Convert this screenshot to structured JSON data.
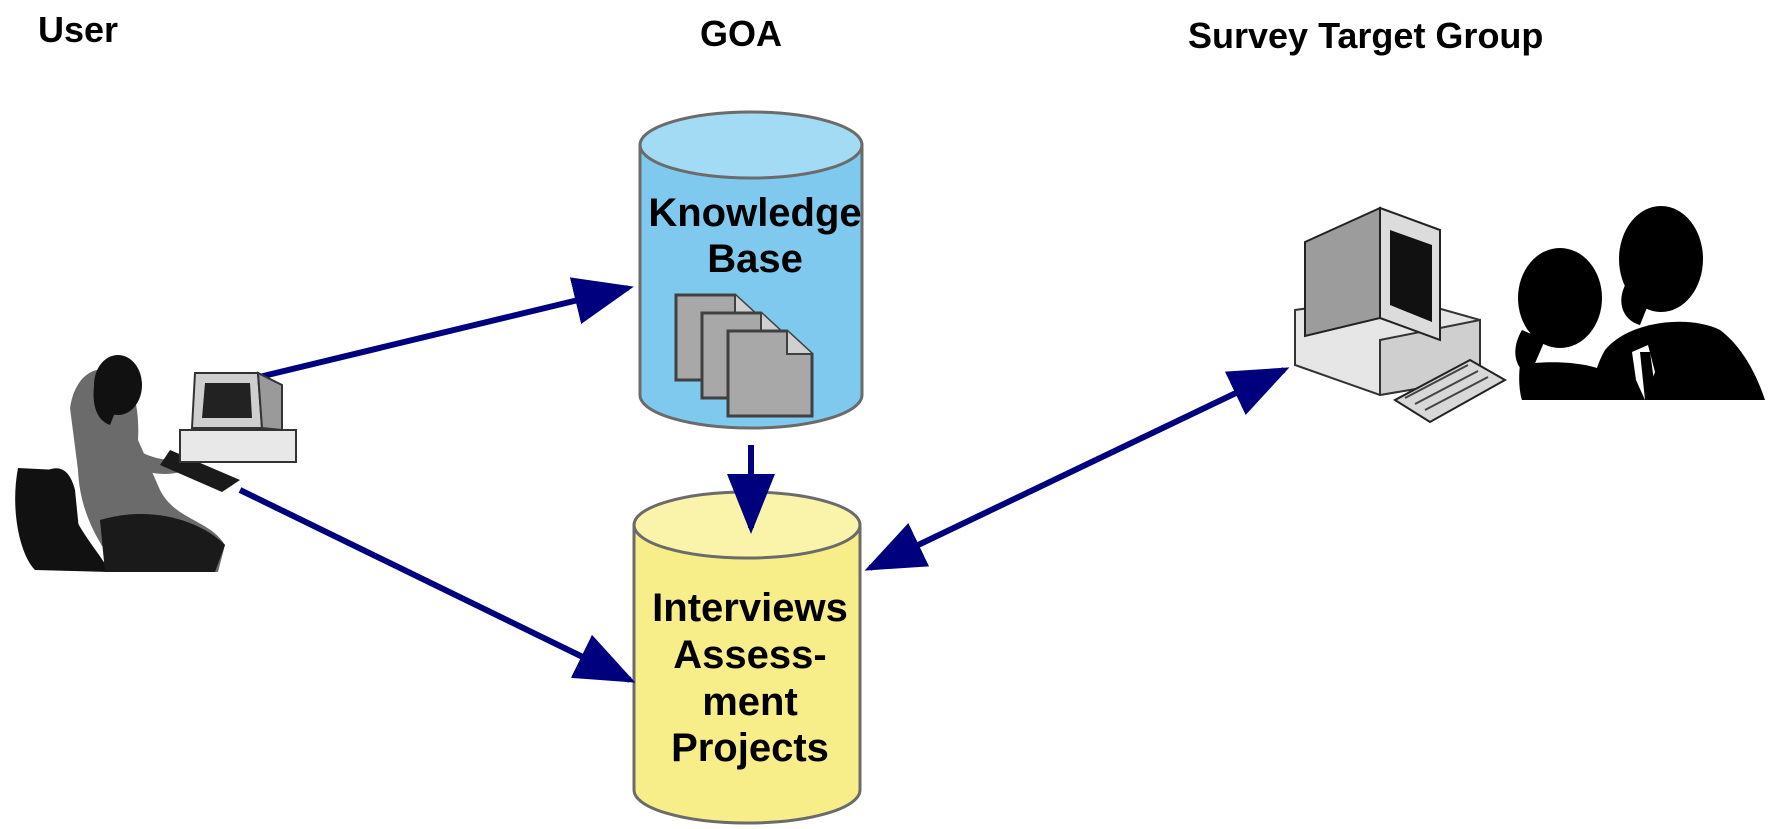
{
  "headers": {
    "user": "User",
    "goa": "GOA",
    "survey": "Survey Target Group"
  },
  "knowledge_base": {
    "lines": [
      "Knowledge",
      "Base"
    ]
  },
  "interviews_db": {
    "lines": [
      "Interviews",
      "Assess-",
      "ment",
      "Projects"
    ]
  },
  "colors": {
    "arrow": "#00007f",
    "knowledge_base_fill": "#7fc9ee",
    "interviews_fill": "#f7ee8a",
    "outline": "#6b6b6b"
  },
  "icons": {
    "user": "person-at-computer-icon",
    "knowledge_base_docs": "documents-icon",
    "survey_computer": "computer-icon",
    "survey_people": "people-silhouette-icon"
  }
}
